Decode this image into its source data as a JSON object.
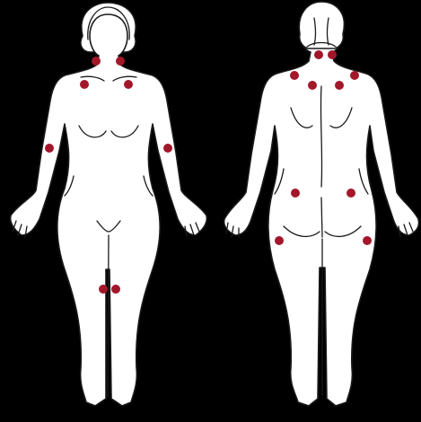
{
  "diagram": {
    "colors": {
      "background": "#000000",
      "figure_fill": "#ffffff",
      "outline": "#1a1a1a",
      "point": "#a3172b"
    },
    "figures": [
      {
        "view": "front",
        "point_count": 8
      },
      {
        "view": "back",
        "point_count": 10
      }
    ]
  }
}
